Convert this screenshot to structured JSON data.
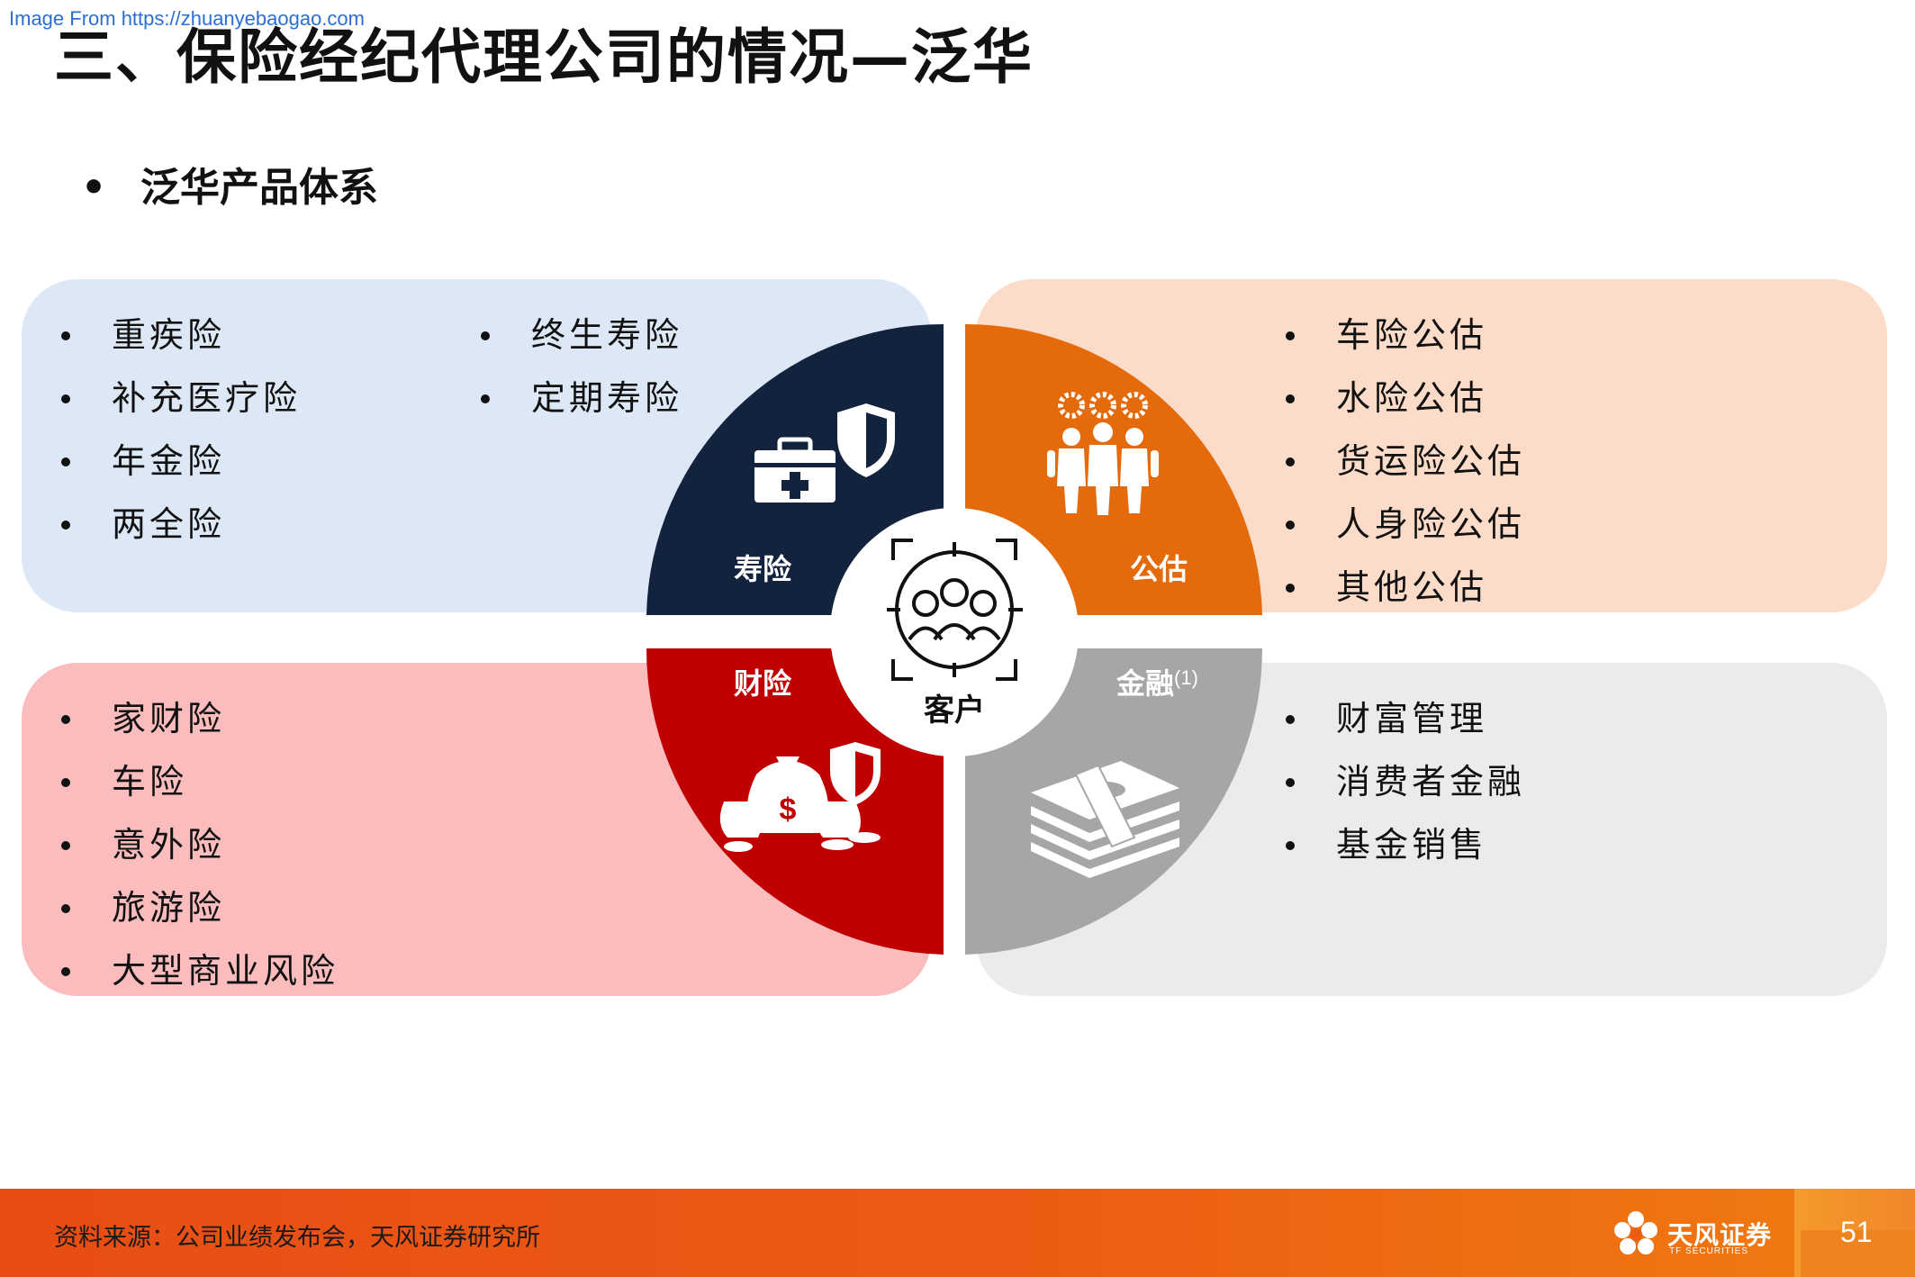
{
  "watermark": "Image From https://zhuanyebaogao.com",
  "title": "三、保险经纪代理公司的情况—泛华",
  "subtitle": {
    "bullet": "•",
    "text": "泛华产品体系"
  },
  "quadrants": {
    "life": {
      "label": "寿险",
      "col1": [
        "重疾险",
        "补充医疗险",
        "年金险",
        "两全险"
      ],
      "col2": [
        "终生寿险",
        "定期寿险"
      ]
    },
    "assessment": {
      "label": "公估",
      "items": [
        "车险公估",
        "水险公估",
        "货运险公估",
        "人身险公估",
        "其他公估"
      ]
    },
    "property_casualty": {
      "label": "财险",
      "items": [
        "家财险",
        "车险",
        "意外险",
        "旅游险",
        "大型商业风险"
      ]
    },
    "finance": {
      "label": "金融",
      "footnote": "(1)",
      "items": [
        "财富管理",
        "消费者金融",
        "基金销售"
      ]
    }
  },
  "center_label": "客户",
  "colors": {
    "life": "#13223d",
    "assessment": "#e46a0b",
    "property_casualty": "#c00000",
    "finance": "#a6a6a6",
    "life_bg": "#dde8f6",
    "assessment_bg": "#fcdcc8",
    "pc_bg": "#fbbcbd",
    "finance_bg": "#ebebeb"
  },
  "icons": {
    "life": "medical-kit-shield-icon",
    "assessment": "team-gears-icon",
    "property_casualty": "money-bags-shield-icon",
    "finance": "cash-stack-icon",
    "center": "customer-target-icon"
  },
  "footer": {
    "source": "资料来源：公司业绩发布会，天风证券研究所",
    "logo_text": "天风证券",
    "logo_sub": "TF SECURITIES",
    "page_number": "51"
  }
}
